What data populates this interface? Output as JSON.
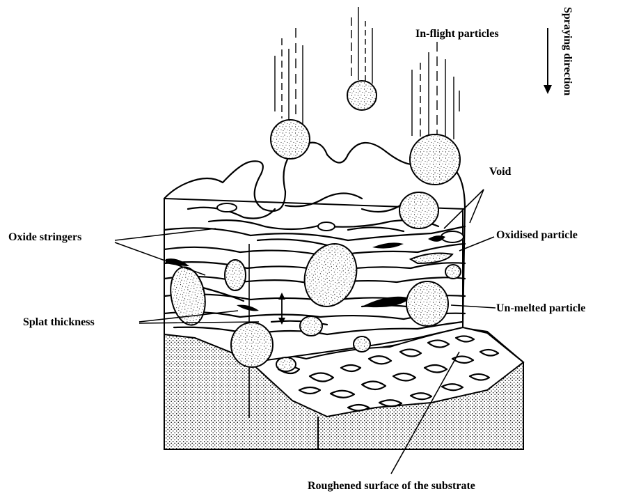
{
  "labels": {
    "in_flight": "In-flight particles",
    "spraying_direction": "Spraying direction",
    "void": "Void",
    "oxide_stringers": "Oxide stringers",
    "oxidised_particle": "Oxidised particle",
    "unmelted_particle": "Un-melted particle",
    "splat_thickness": "Splat thickness",
    "substrate_surface": "Roughened surface of the substrate"
  }
}
